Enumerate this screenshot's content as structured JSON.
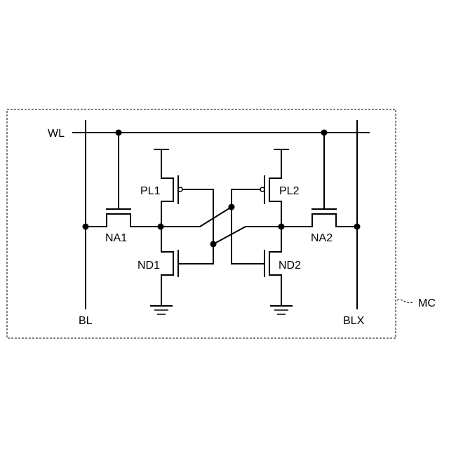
{
  "labels": {
    "wl": "WL",
    "bl": "BL",
    "blx": "BLX",
    "mc": "MC",
    "pl1": "PL1",
    "pl2": "PL2",
    "nd1": "ND1",
    "nd2": "ND2",
    "na1": "NA1",
    "na2": "NA2"
  }
}
